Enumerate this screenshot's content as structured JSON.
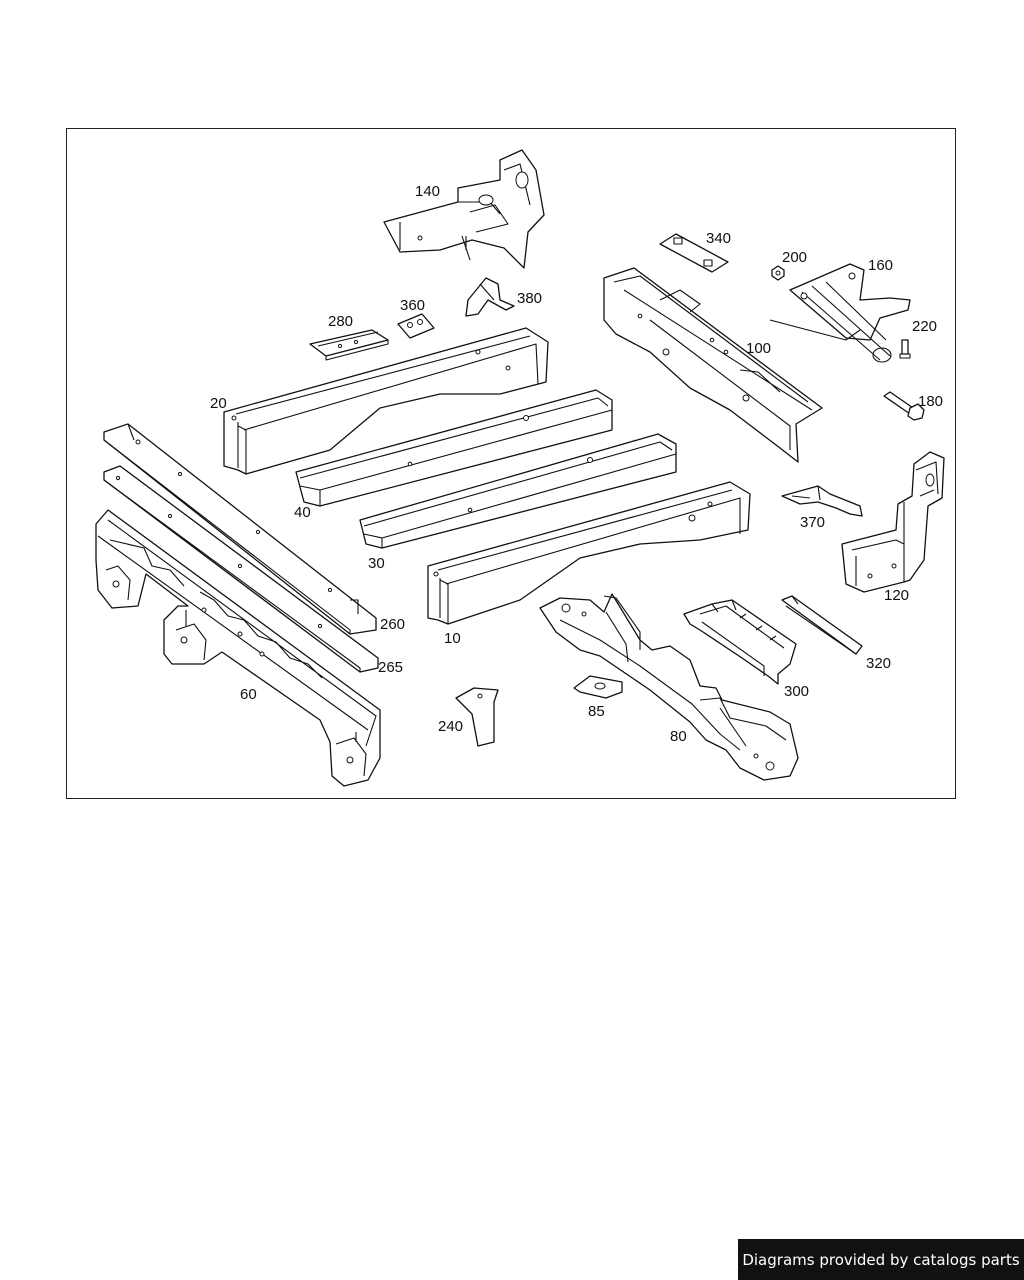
{
  "callouts": {
    "c10": "10",
    "c20": "20",
    "c30": "30",
    "c40": "40",
    "c60": "60",
    "c80": "80",
    "c85": "85",
    "c100": "100",
    "c120": "120",
    "c140": "140",
    "c160": "160",
    "c180": "180",
    "c200": "200",
    "c220": "220",
    "c240": "240",
    "c260": "260",
    "c265": "265",
    "c280": "280",
    "c300": "300",
    "c320": "320",
    "c340": "340",
    "c360": "360",
    "c370": "370",
    "c380": "380"
  },
  "footer": {
    "credit": "Diagrams provided by catalogs parts"
  }
}
